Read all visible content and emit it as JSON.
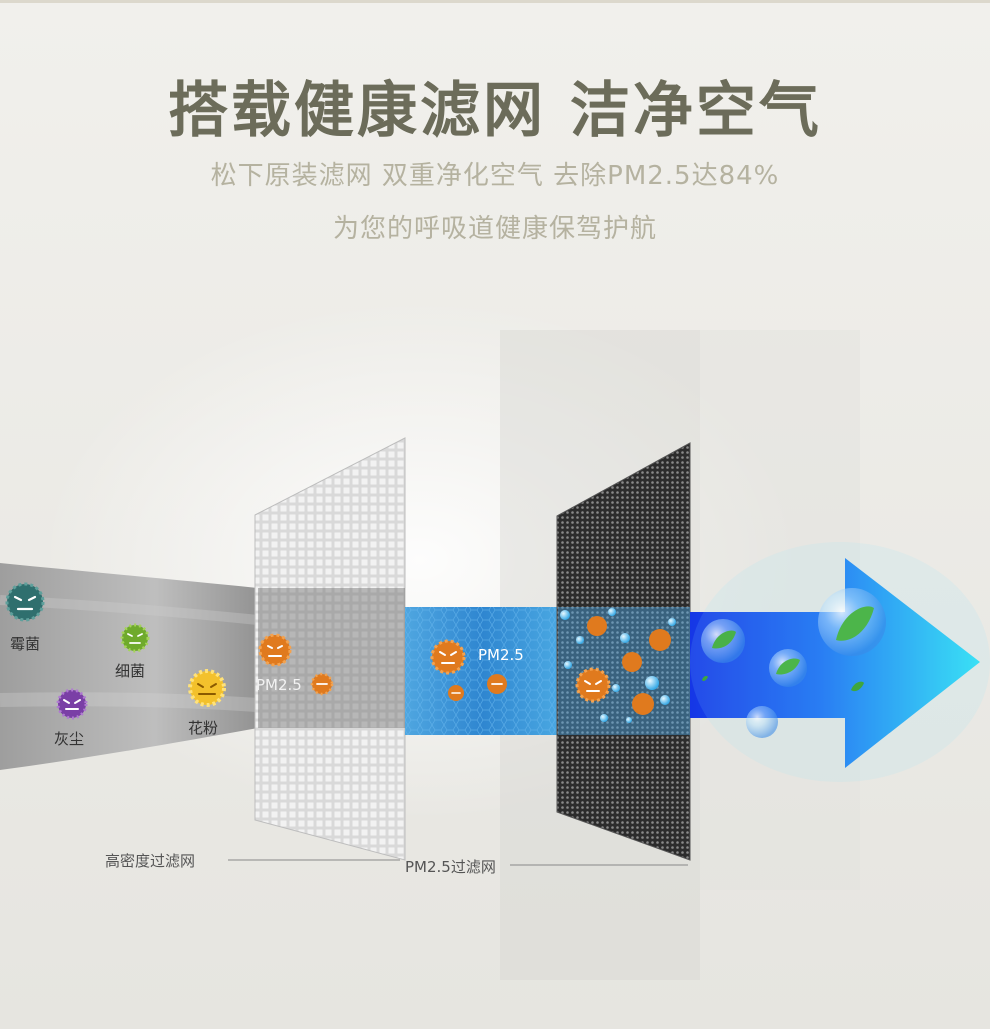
{
  "header": {
    "title": "搭载健康滤网 洁净空气",
    "subtitle_line1": "松下原装滤网 双重净化空气 去除PM2.5达84%",
    "subtitle_line2": "为您的呼吸道健康保驾护航"
  },
  "pollutants": {
    "mold": "霉菌",
    "bacteria": "细菌",
    "dust": "灰尘",
    "pollen": "花粉"
  },
  "stream_labels": {
    "pm_on_first_filter": "PM2.5",
    "pm_in_blue_band": "PM2.5"
  },
  "callouts": {
    "high_density_filter": "高密度过滤网",
    "pm25_filter": "PM2.5过滤网"
  },
  "colors": {
    "title": "#6c6c5a",
    "subtitle": "#b5b2a0",
    "particle_orange": "#e07a1e",
    "arrow_blue": "#1f5ff0",
    "arrow_cyan": "#22d6f2"
  }
}
